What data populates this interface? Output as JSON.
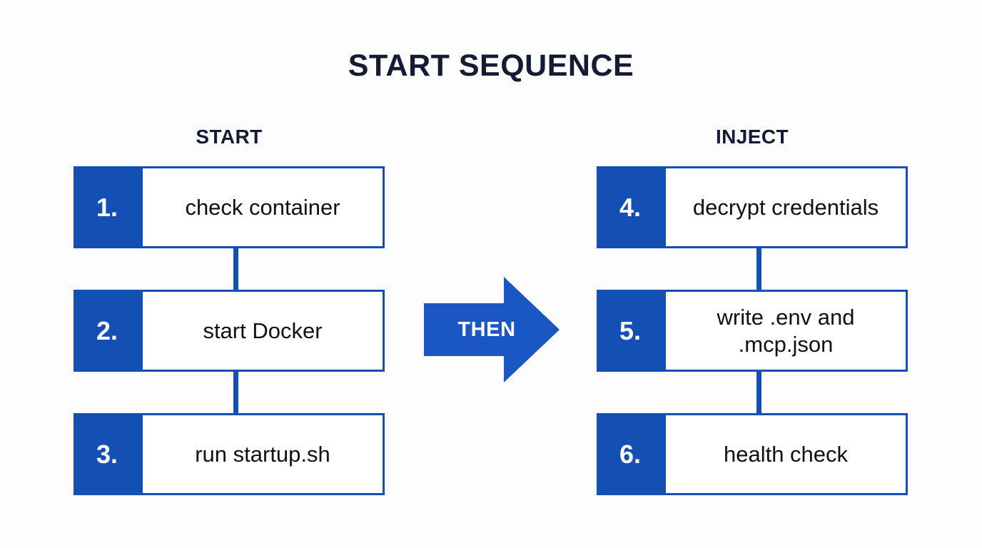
{
  "title": "START SEQUENCE",
  "colors": {
    "blue": "#1450b4",
    "arrow_blue": "#1b57c4",
    "title_navy": "#141c33",
    "text_black": "#111111",
    "background": "#fdfdfd"
  },
  "columns": [
    {
      "heading": "START",
      "steps": [
        {
          "number": "1.",
          "label": "check container"
        },
        {
          "number": "2.",
          "label": "start Docker"
        },
        {
          "number": "3.",
          "label": "run startup.sh"
        }
      ]
    },
    {
      "heading": "INJECT",
      "steps": [
        {
          "number": "4.",
          "label": "decrypt credentials"
        },
        {
          "number": "5.",
          "label": "write .env and\n.mcp.json"
        },
        {
          "number": "6.",
          "label": "health check"
        }
      ]
    }
  ],
  "connector_arrow": {
    "label": "THEN",
    "direction": "right"
  }
}
